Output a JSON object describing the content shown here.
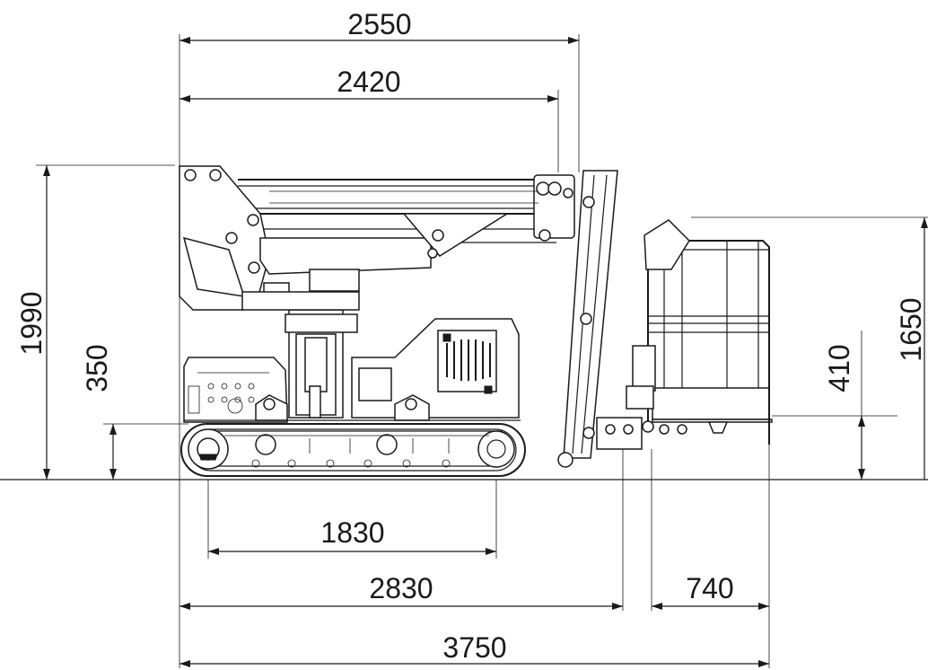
{
  "dimensions": {
    "overall_length_top": "2550",
    "boom_length": "2420",
    "height_total": "1990",
    "ground_clearance_350": "350",
    "basket_height_410": "410",
    "basket_height_1650": "1650",
    "track_length": "1830",
    "body_length": "2830",
    "basket_length": "740",
    "overall_length": "3750"
  },
  "colors": {
    "line": "#1a1a1a",
    "background": "#ffffff"
  }
}
